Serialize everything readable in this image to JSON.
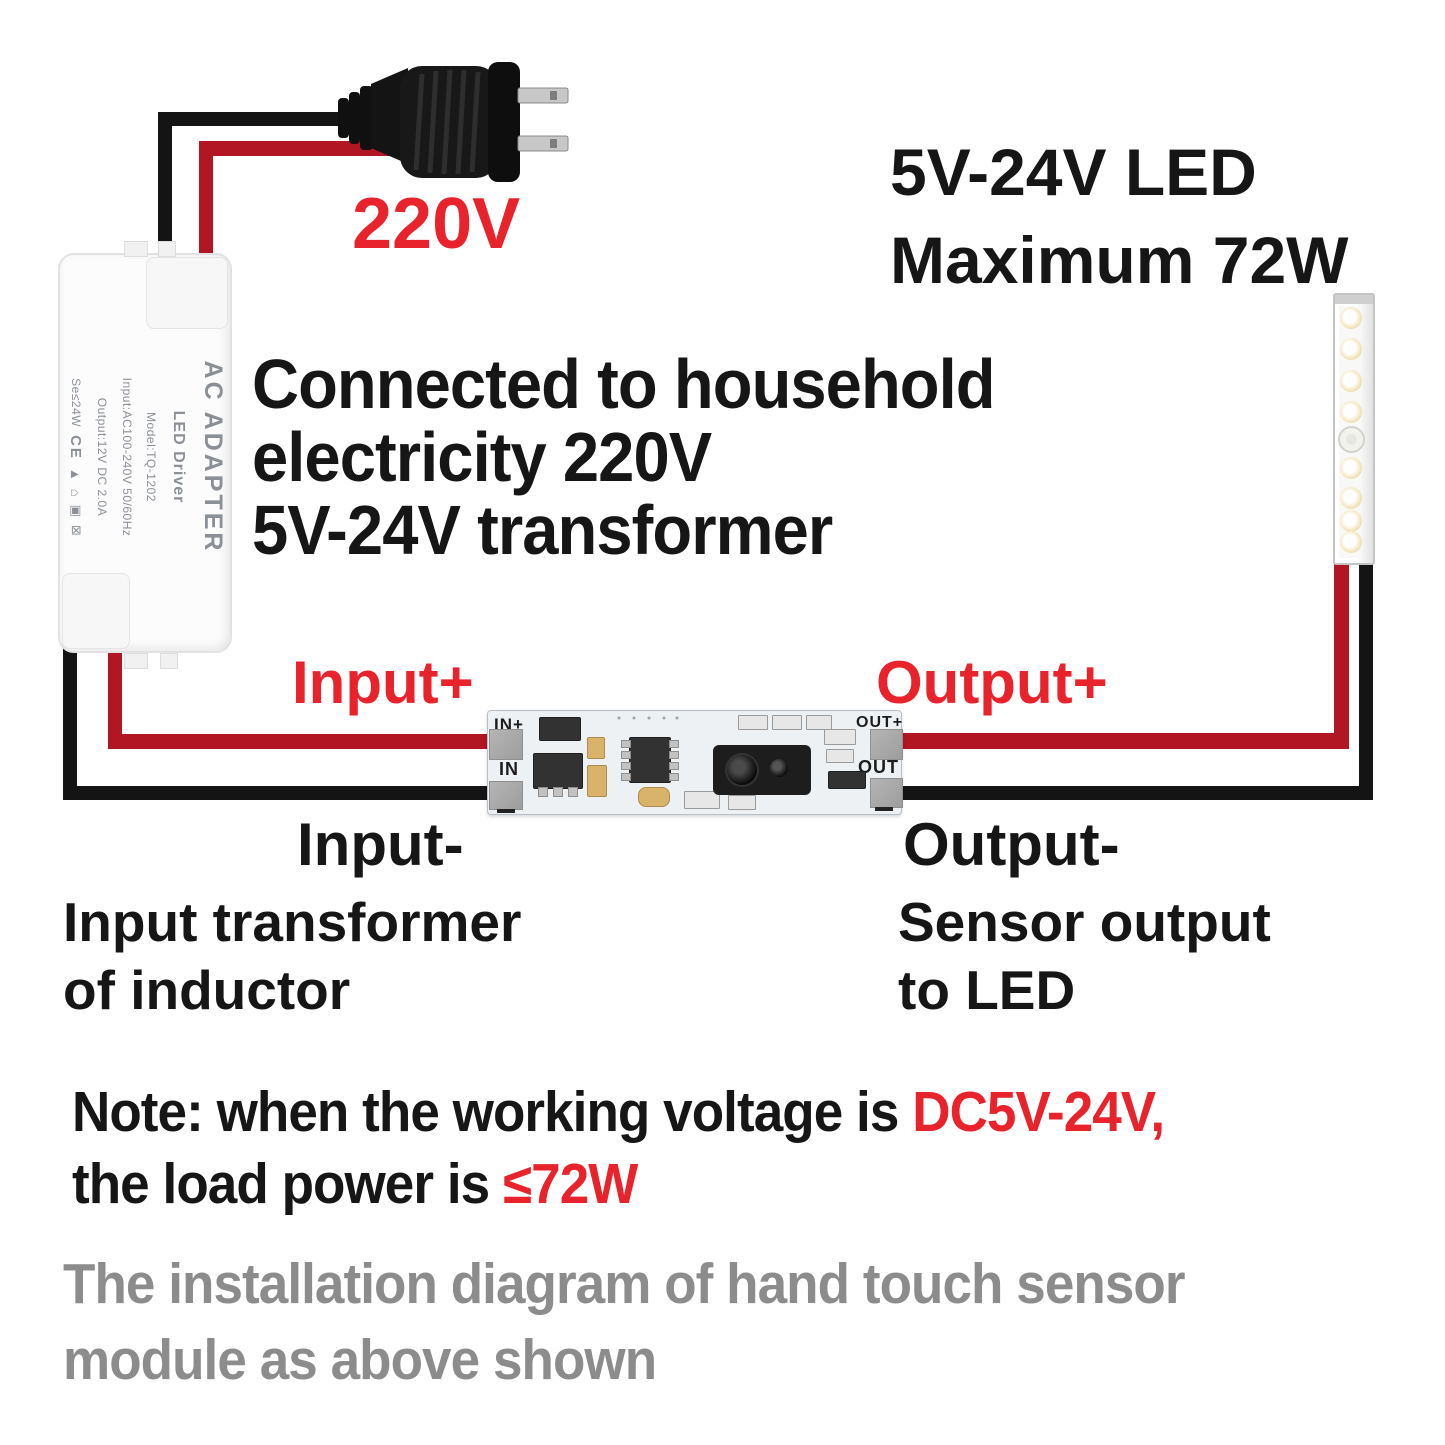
{
  "diagram": {
    "labels": {
      "voltage_220": "220V",
      "led_rating_line1": "5V-24V LED",
      "led_rating_line2": "Maximum 72W",
      "main_line1": "Connected to household",
      "main_line2": "electricity 220V",
      "main_line3": "5V-24V transformer",
      "input_plus": "Input+",
      "output_plus": "Output+",
      "input_minus": "Input-",
      "output_minus": "Output-",
      "input_desc_line1": "Input transformer",
      "input_desc_line2": "of inductor",
      "output_desc_line1": "Sensor output",
      "output_desc_line2": "to LED",
      "note_black_1": "Note: when the working voltage is ",
      "note_red_1": "DC5V-24V,",
      "note_black_2": "the load power is ",
      "note_red_2": "≤72W",
      "footer_line1": "The installation diagram of hand touch sensor",
      "footer_line2": "module as above shown"
    },
    "adapter": {
      "title": "AC ADAPTER",
      "subtitle": "LED Driver",
      "model": "Model:TQ-1202",
      "input": "Input:AC100-240V 50/60Hz",
      "output": "Output:12V DC 2.0A",
      "power": "Se≤24W",
      "ce_mark": "CE"
    },
    "pcb": {
      "in_plus": "IN+",
      "in": "IN",
      "out_plus": "OUT+",
      "out": "OUT"
    },
    "colors": {
      "wire_red": "#b11622",
      "wire_black": "#141414",
      "label_red": "#e8232b",
      "text_black": "#161616",
      "text_gray": "#8c8c8c"
    }
  }
}
